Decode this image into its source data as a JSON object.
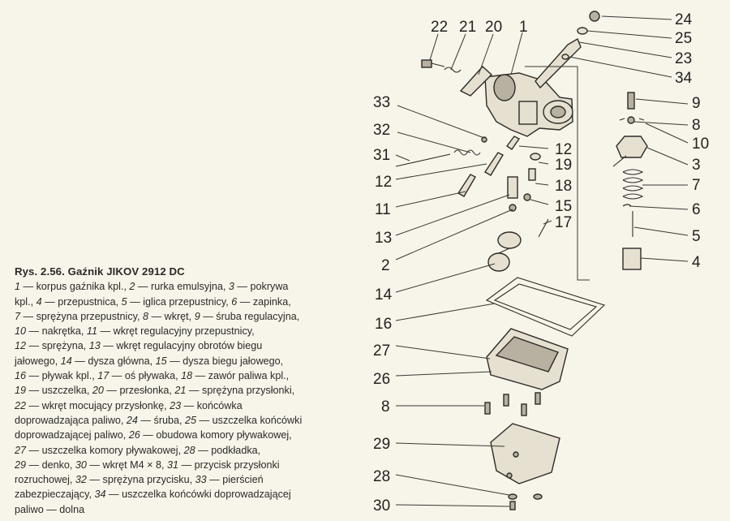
{
  "figure": {
    "title": "Rys. 2.56. Gaźnik JIKOV 2912 DC",
    "legend": [
      [
        "1",
        "korpus gaźnika kpl.,",
        "2",
        "rurka emulsyjna,",
        "3",
        "pokrywa"
      ],
      [
        "kpl.,",
        "4",
        "przepustnica,",
        "5",
        "iglica przepustnicy,",
        "6",
        "zapinka,"
      ],
      [
        "7",
        "sprężyna przepustnicy,",
        "8",
        "wkręt,",
        "9",
        "śruba regulacyjna,"
      ],
      [
        "10",
        "nakrętka,",
        "11",
        "wkręt regulacyjny przepustnicy,"
      ],
      [
        "12",
        "sprężyna,",
        "13",
        "wkręt regulacyjny obrotów biegu"
      ],
      [
        "jałowego,",
        "14",
        "dysza główna,",
        "15",
        "dysza biegu jałowego,"
      ],
      [
        "16",
        "pływak kpl.,",
        "17",
        "oś pływaka,",
        "18",
        "zawór paliwa kpl.,"
      ],
      [
        "19",
        "uszczelka,",
        "20",
        "przesłonka,",
        "21",
        "sprężyna przysłonki,"
      ],
      [
        "22",
        "wkręt mocujący przysłonkę,",
        "23",
        "końcówka"
      ],
      [
        "doprowadzająca paliwo,",
        "24",
        "śruba,",
        "25",
        "uszczelka końcówki"
      ],
      [
        "doprowadzającej paliwo,",
        "26",
        "obudowa komory pływakowej,"
      ],
      [
        "27",
        "uszczelka komory pływakowej,",
        "28",
        "podkładka,"
      ],
      [
        "29",
        "denko,",
        "30",
        "wkręt M4 × 8,",
        "31",
        "przycisk przysłonki"
      ],
      [
        "rozruchowej,",
        "32",
        "sprężyna przycisku,",
        "33",
        "pierścień"
      ],
      [
        "zabezpieczający,",
        "34",
        "uszczelka końcówki doprowadzającej"
      ],
      [
        "paliwo",
        "dolna"
      ]
    ]
  },
  "callouts": {
    "n22": "22",
    "n21": "21",
    "n20": "20",
    "n1": "1",
    "n24": "24",
    "n25": "25",
    "n23": "23",
    "n34": "34",
    "n33": "33",
    "n32": "32",
    "n31": "31",
    "n12a": "12",
    "n12b": "12",
    "n11": "11",
    "n13": "13",
    "n19": "19",
    "n18": "18",
    "n15": "15",
    "n17": "17",
    "n2": "2",
    "n14": "14",
    "n16": "16",
    "n27": "27",
    "n26": "26",
    "n8a": "8",
    "n29": "29",
    "n28": "28",
    "n30": "30",
    "n9": "9",
    "n8b": "8",
    "n10": "10",
    "n3": "3",
    "n7": "7",
    "n6": "6",
    "n5": "5",
    "n4": "4"
  }
}
